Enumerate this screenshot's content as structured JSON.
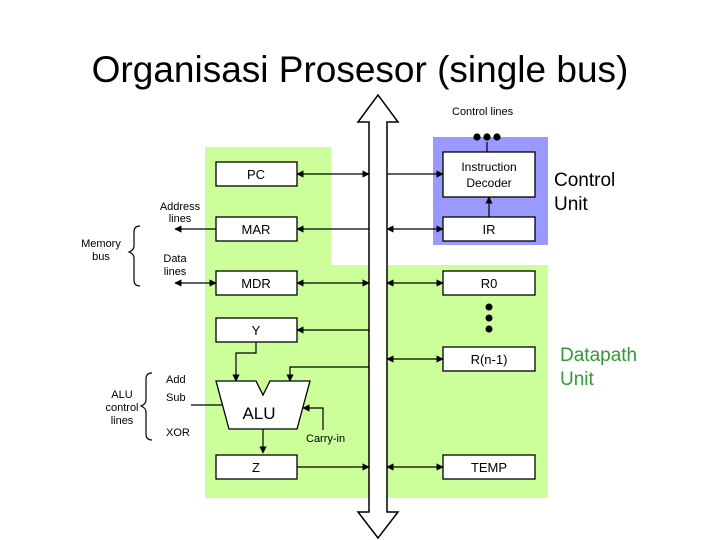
{
  "title": "Organisasi Prosesor (single bus)",
  "control_lines": "Control lines",
  "registers": {
    "pc": "PC",
    "mar": "MAR",
    "mdr": "MDR",
    "y": "Y",
    "z": "Z",
    "ir": "IR",
    "r0": "R0",
    "rn1": "R(n-1)",
    "temp": "TEMP",
    "alu": "ALU"
  },
  "instruction_decoder": [
    "Instruction",
    "Decoder"
  ],
  "control_unit": [
    "Control",
    "Unit"
  ],
  "datapath_unit": [
    "Datapath",
    "Unit"
  ],
  "memory_bus": [
    "Memory",
    "bus"
  ],
  "address_lines": [
    "Address",
    "lines"
  ],
  "data_lines": [
    "Data",
    "lines"
  ],
  "alu_control_lines": [
    "ALU",
    "control",
    "lines"
  ],
  "alu_ops": [
    "Add",
    "Sub",
    "XOR"
  ],
  "carry_in": "Carry-in",
  "colors": {
    "datapath_bg": "#ccff99",
    "control_bg": "#9999ff",
    "unit_label": "#339933"
  }
}
